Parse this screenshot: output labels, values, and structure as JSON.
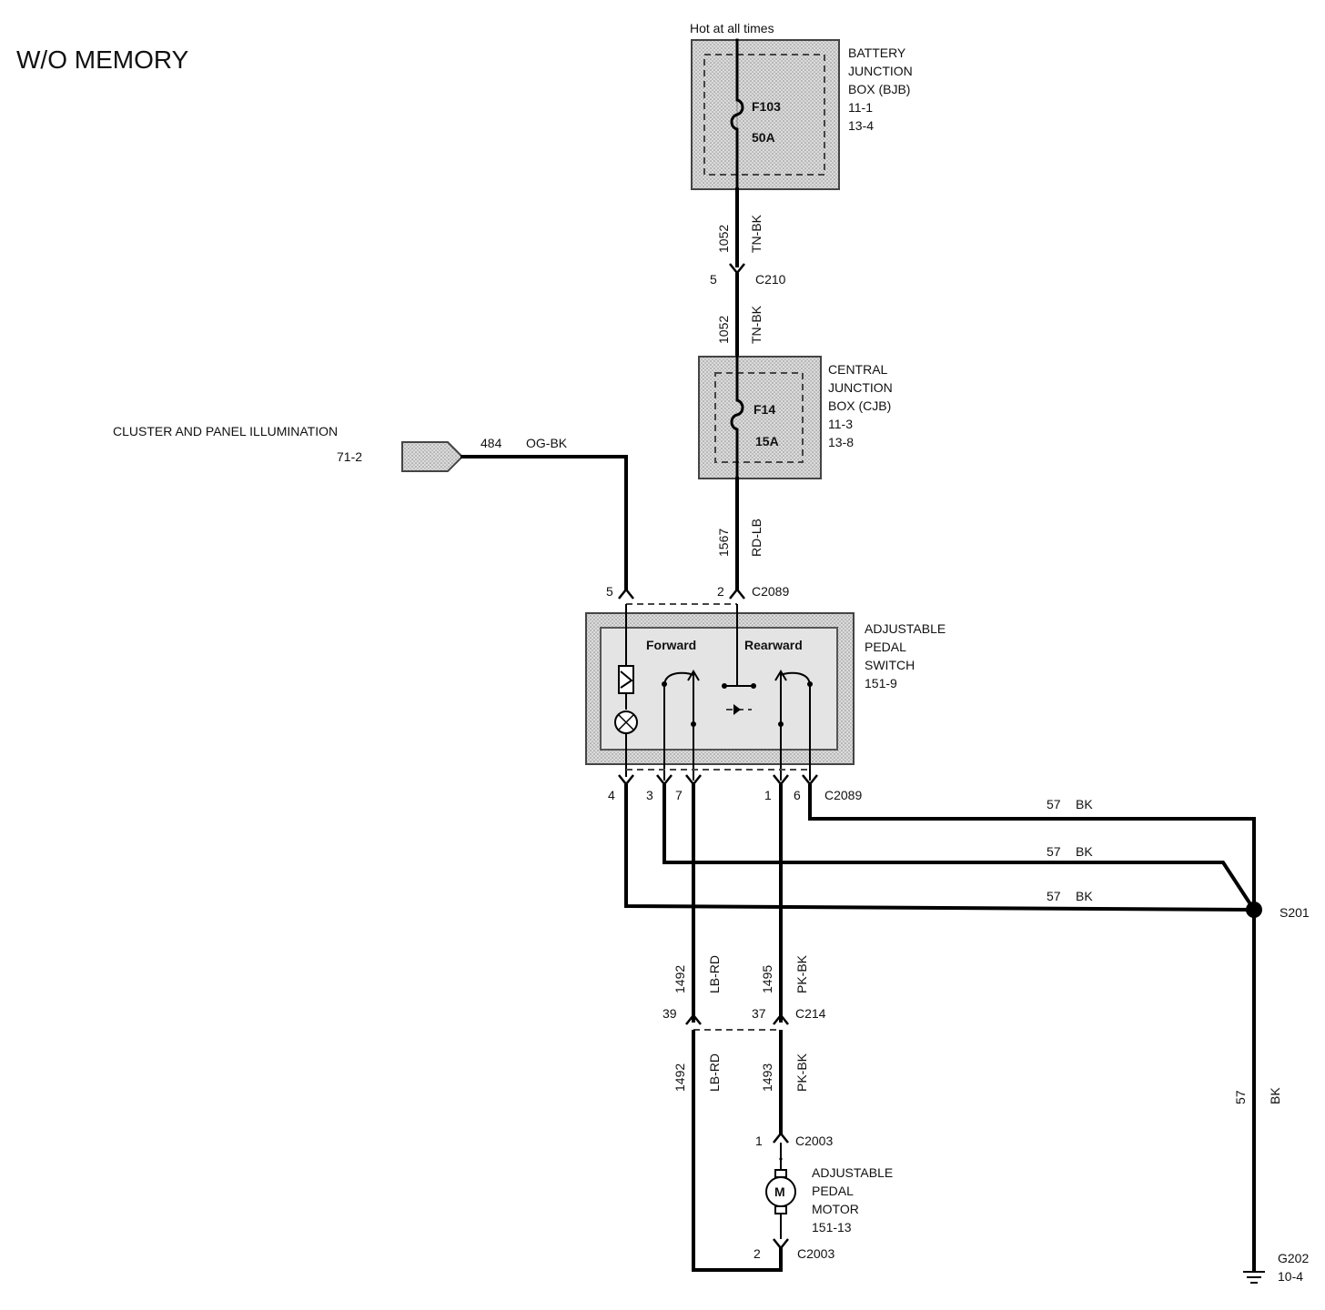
{
  "title": "W/O MEMORY",
  "hot_label": "Hot at all times",
  "bjb": {
    "lines": [
      "BATTERY",
      "JUNCTION",
      "BOX (BJB)",
      "11-1",
      "13-4"
    ],
    "fuse": "F103",
    "rating": "50A"
  },
  "cjb": {
    "lines": [
      "CENTRAL",
      "JUNCTION",
      "BOX (CJB)",
      "11-3",
      "13-8"
    ],
    "fuse": "F14",
    "rating": "15A"
  },
  "illumination": {
    "label": "CLUSTER AND PANEL ILLUMINATION",
    "ref": "71-2",
    "circuit": "484",
    "color": "OG-BK"
  },
  "wires": {
    "w1052a": {
      "circuit": "1052",
      "color": "TN-BK"
    },
    "w1052b": {
      "circuit": "1052",
      "color": "TN-BK"
    },
    "w1567": {
      "circuit": "1567",
      "color": "RD-LB"
    },
    "w57_1": {
      "circuit": "57",
      "color": "BK"
    },
    "w57_2": {
      "circuit": "57",
      "color": "BK"
    },
    "w57_3": {
      "circuit": "57",
      "color": "BK"
    },
    "w57_v": {
      "circuit": "57",
      "color": "BK"
    },
    "w1492a": {
      "circuit": "1492",
      "color": "LB-RD"
    },
    "w1495": {
      "circuit": "1495",
      "color": "PK-BK"
    },
    "w1492b": {
      "circuit": "1492",
      "color": "LB-RD"
    },
    "w1493": {
      "circuit": "1493",
      "color": "PK-BK"
    }
  },
  "connectors": {
    "c210": {
      "name": "C210",
      "pin": "5"
    },
    "c2089_top": {
      "name": "C2089",
      "pin5": "5",
      "pin2": "2"
    },
    "c2089_bottom": {
      "name": "C2089",
      "pins": [
        "4",
        "3",
        "7",
        "1",
        "6"
      ]
    },
    "c214": {
      "name": "C214",
      "pin39": "39",
      "pin37": "37"
    },
    "c2003_top": {
      "name": "C2003",
      "pin": "1"
    },
    "c2003_bottom": {
      "name": "C2003",
      "pin": "2"
    }
  },
  "pedal_switch": {
    "lines": [
      "ADJUSTABLE",
      "PEDAL",
      "SWITCH",
      "151-9"
    ],
    "forward": "Forward",
    "rearward": "Rearward"
  },
  "motor": {
    "lines": [
      "ADJUSTABLE",
      "PEDAL",
      "MOTOR",
      "151-13"
    ],
    "symbol": "M"
  },
  "splice": {
    "name": "S201"
  },
  "ground": {
    "name": "G202",
    "ref": "10-4"
  }
}
